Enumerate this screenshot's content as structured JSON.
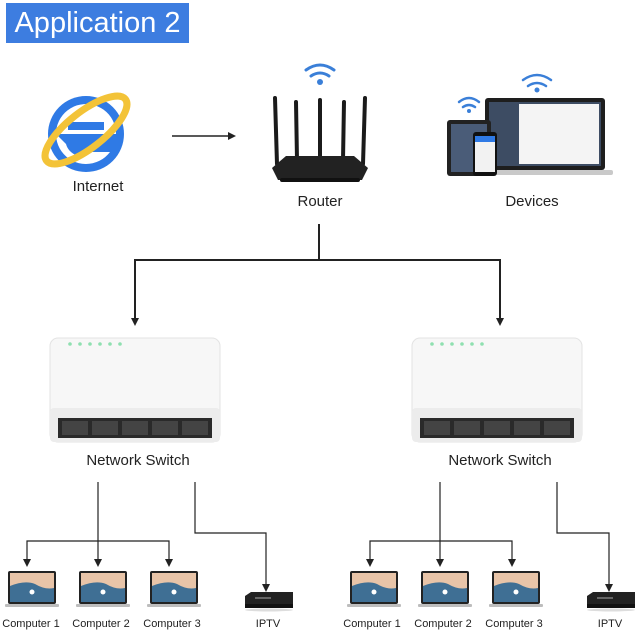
{
  "title": "Application 2",
  "nodes": {
    "internet": {
      "label": "Internet",
      "icon": "browser-e-icon"
    },
    "router": {
      "label": "Router",
      "icon": "router-icon"
    },
    "devices": {
      "label": "Devices",
      "icon": "devices-icon"
    }
  },
  "switches": [
    {
      "label": "Network Switch",
      "leds": 6,
      "ports": 5
    },
    {
      "label": "Network Switch",
      "leds": 6,
      "ports": 5
    }
  ],
  "endpoints": {
    "left": [
      "Computer 1",
      "Computer 2",
      "Computer 3",
      "IPTV"
    ],
    "right": [
      "Computer 1",
      "Computer 2",
      "Computer 3",
      "IPTV"
    ]
  },
  "colors": {
    "title_bg": "#3d7de0",
    "wifi": "#3a7fd8",
    "led": "#7fe0a8",
    "line": "#222222"
  }
}
